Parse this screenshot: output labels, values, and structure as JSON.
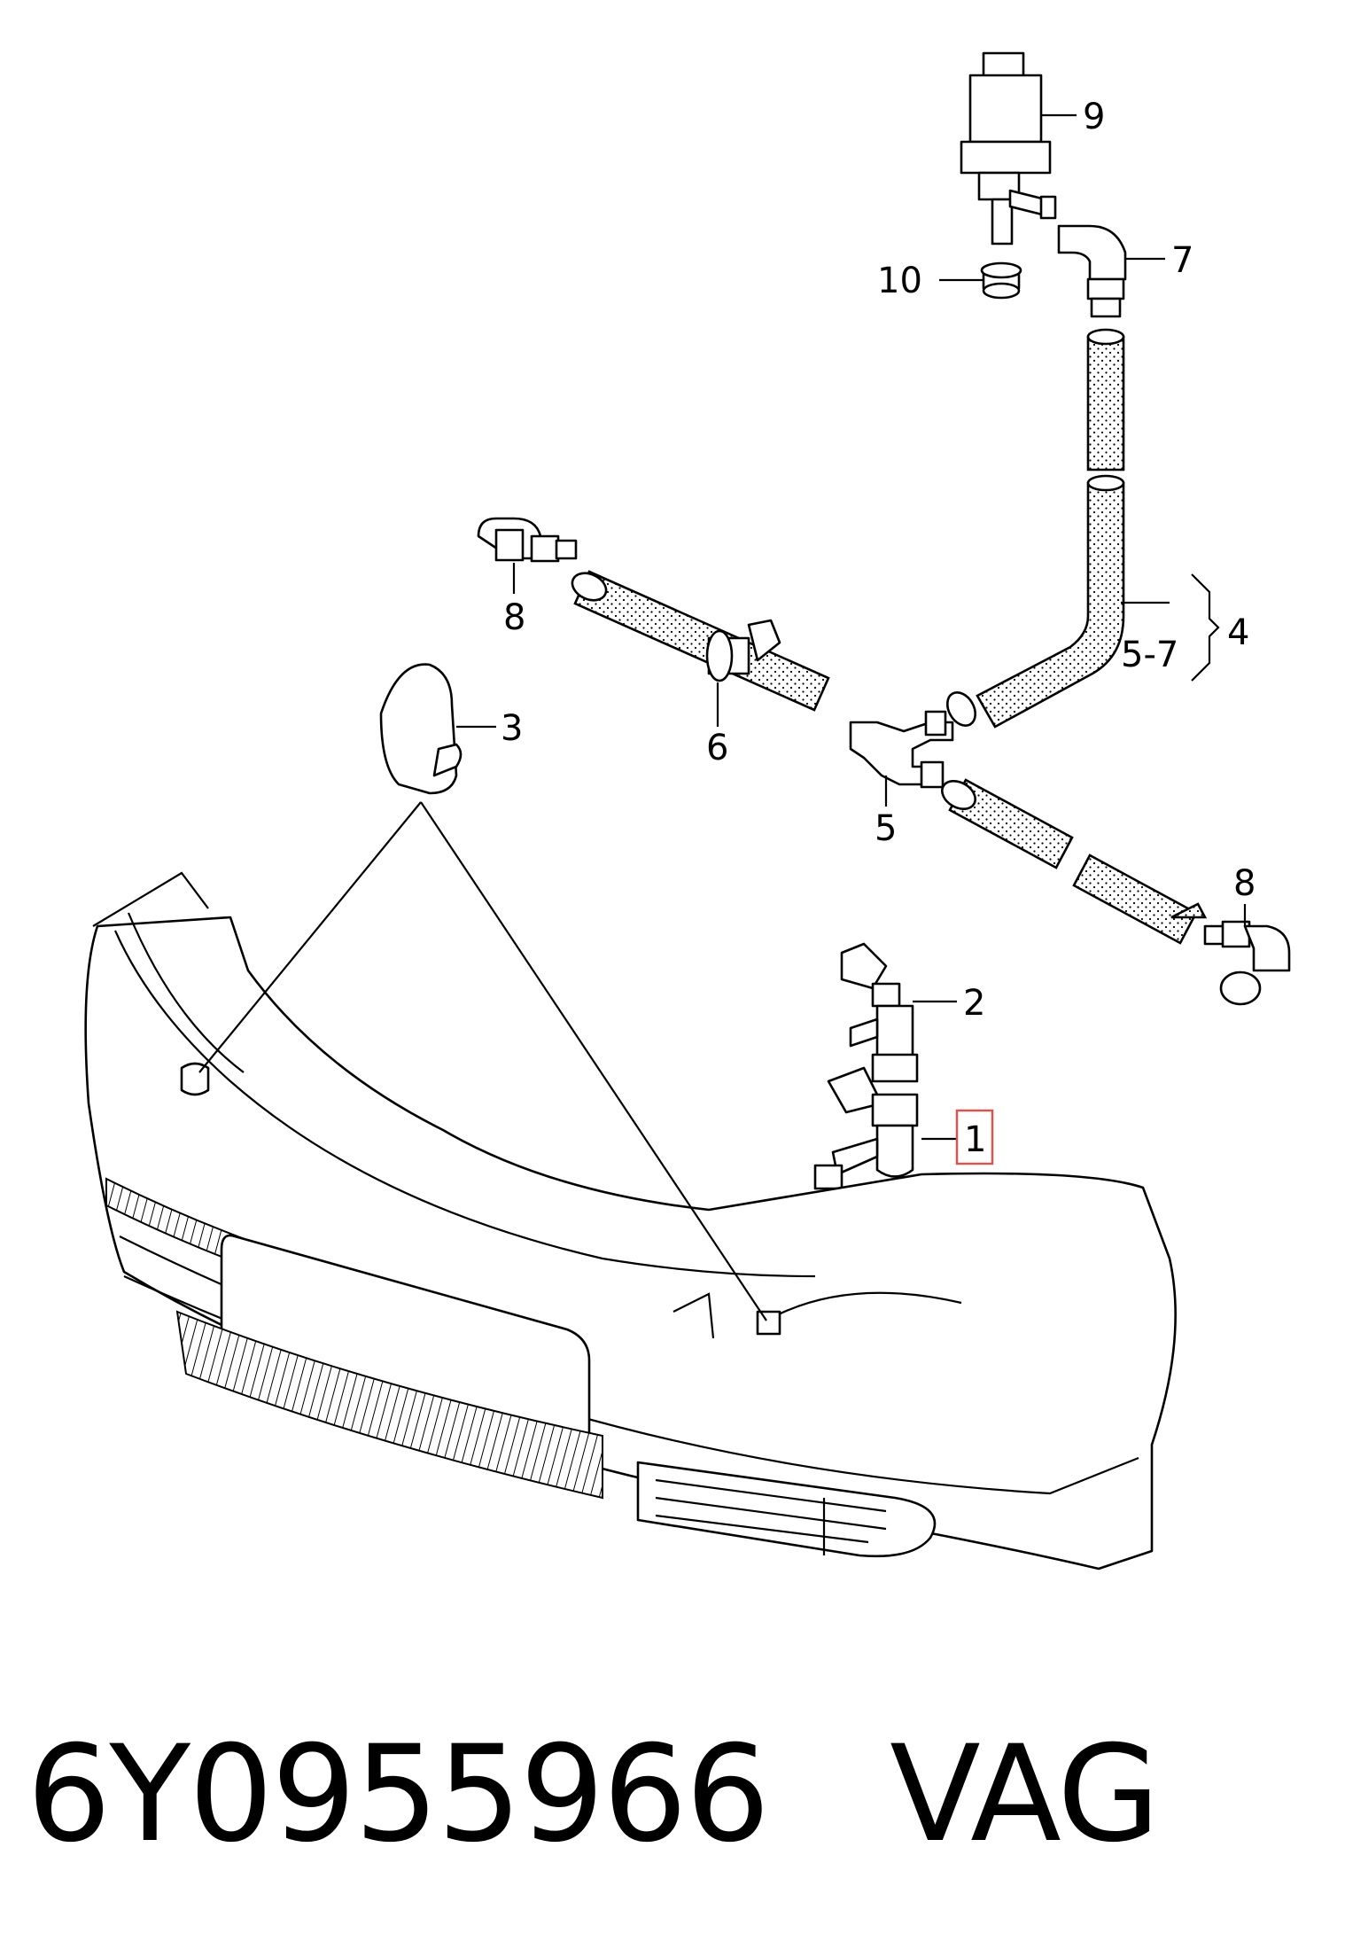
{
  "callouts": {
    "c1": "1",
    "c2": "2",
    "c3": "3",
    "c4": "4",
    "c5": "5",
    "c5_7": "5-7",
    "c6": "6",
    "c7": "7",
    "c8a": "8",
    "c8b": "8",
    "c9": "9",
    "c10": "10"
  },
  "highlight_color": "#d9534f",
  "caption": {
    "part_number": "6Y0955966",
    "brand": "VAG"
  }
}
